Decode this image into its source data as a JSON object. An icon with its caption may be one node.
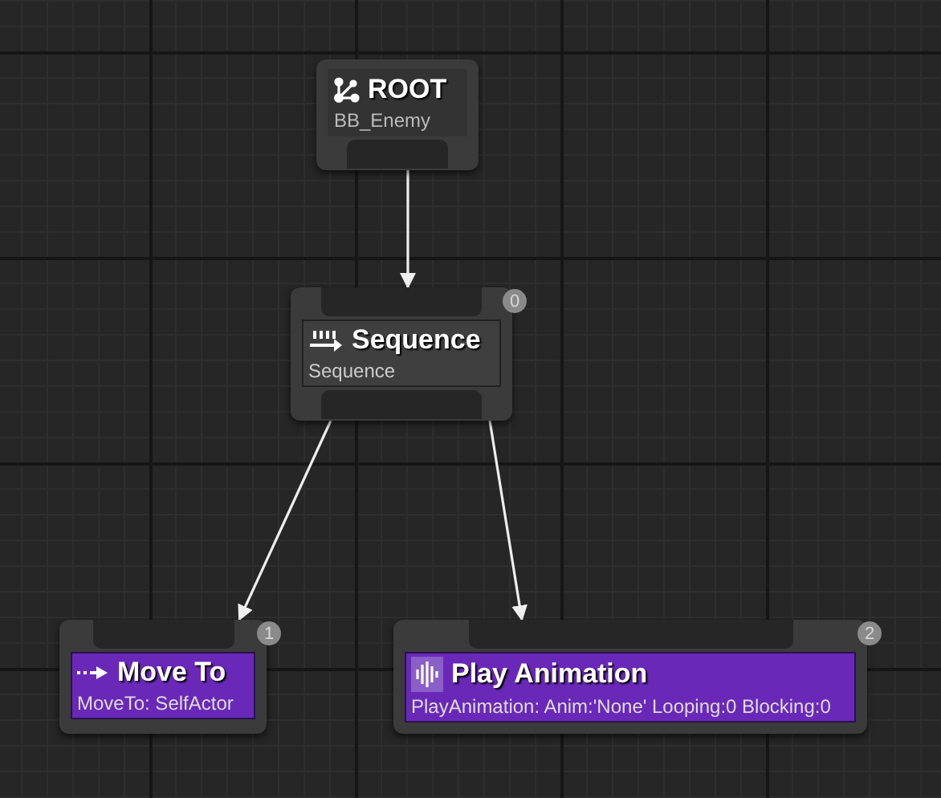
{
  "diagram": {
    "nodes": [
      {
        "text": [
          "ROOT",
          "BB_Enemy"
        ]
      },
      {
        "text": [],
        "shape": "bar",
        "in": 0
      },
      {
        "text": [
          "Sequence",
          "Sequence"
        ],
        "beside": [
          "0"
        ]
      },
      {
        "text": [],
        "shape": "bar",
        "in": 2
      },
      {
        "text": [],
        "shape": "bar",
        "in": 2
      },
      {
        "text": [
          "Move To",
          "MoveTo: SelfActor"
        ],
        "beside": [
          "1"
        ]
      },
      {
        "text": [],
        "shape": "bar",
        "in": 5
      },
      {
        "text": [
          "Play Animation",
          "PlayAnimation: Anim:'None' Looping:0 Blocking:0"
        ],
        "beside": [
          "2"
        ]
      },
      {
        "text": [],
        "shape": "bar",
        "in": 7
      }
    ],
    "edges": [
      {
        "from": 1,
        "to": 3,
        "arrow": "to"
      },
      {
        "from": 4,
        "to": 6,
        "arrow": "to"
      },
      {
        "from": 4,
        "to": 8,
        "arrow": "to"
      }
    ]
  }
}
